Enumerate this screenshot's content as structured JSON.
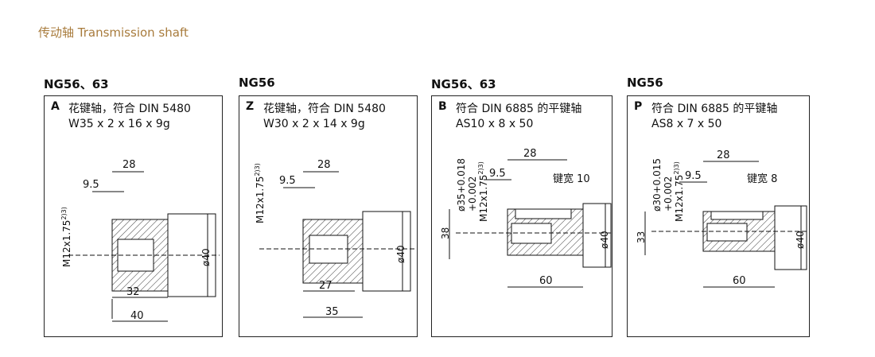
{
  "title": "传动轴 Transmission shaft",
  "panels": [
    {
      "heading": "NG56、63",
      "code": "A",
      "line1": "花键轴，符合 DIN 5480",
      "line2": "W35 x 2 x 16 x 9g",
      "dim_thread": "M12x1.75",
      "dim_thread_sup": "2)3)",
      "dim_28": "28",
      "dim_95": "9.5",
      "dim_dia": "ø40",
      "dim_a": "32",
      "dim_b": "40"
    },
    {
      "heading": "NG56",
      "code": "Z",
      "line1": "花键轴，符合 DIN 5480",
      "line2": "W30 x 2 x 14 x 9g",
      "dim_thread": "M12x1.75",
      "dim_thread_sup": "2)3)",
      "dim_28": "28",
      "dim_95": "9.5",
      "dim_dia": "ø40",
      "dim_a": "27",
      "dim_b": "35"
    },
    {
      "heading": "NG56、63",
      "code": "B",
      "line1": "符合 DIN 6885 的平键轴",
      "line2": "AS10 x 8 x 50",
      "dim_shaft": "ø35+0.018",
      "dim_shaft_tol": "+0.002",
      "dim_thread": "M12x1.75",
      "dim_thread_sup": "2)3)",
      "dim_28": "28",
      "dim_95": "9.5",
      "key_width": "键宽 10",
      "dim_height": "38",
      "dim_dia": "ø40",
      "dim_len": "60"
    },
    {
      "heading": "NG56",
      "code": "P",
      "line1": "符合 DIN 6885 的平键轴",
      "line2": "AS8 x 7 x 50",
      "dim_shaft": "ø30+0.015",
      "dim_shaft_tol": "+0.002",
      "dim_thread": "M12x1.75",
      "dim_thread_sup": "2)3)",
      "dim_28": "28",
      "dim_95": "9.5",
      "key_width": "键宽 8",
      "dim_height": "33",
      "dim_dia": "ø40",
      "dim_len": "60"
    }
  ]
}
